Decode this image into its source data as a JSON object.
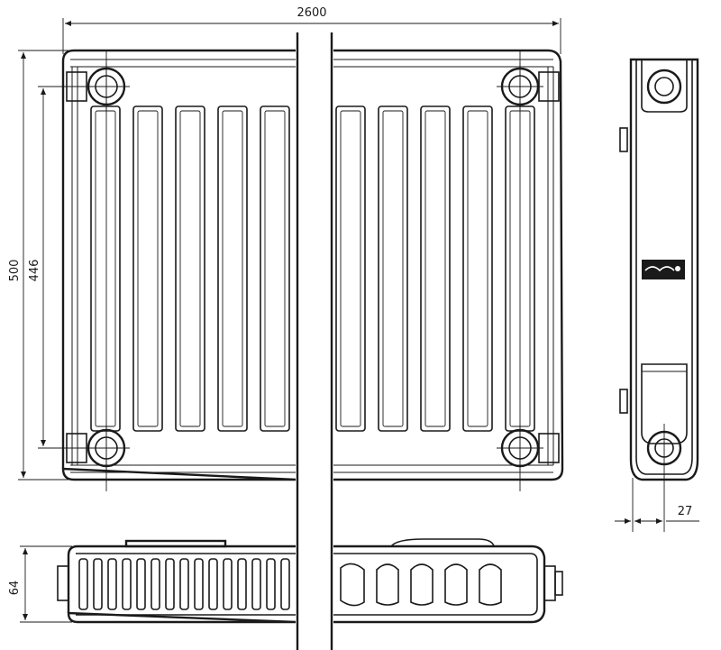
{
  "dimensions": {
    "width": "2600",
    "height_total": "500",
    "height_axis": "446",
    "depth": "64",
    "connection_offset": "27"
  },
  "colors": {
    "line": "#1a1a1a",
    "background": "#ffffff"
  },
  "icons": {
    "logo_badge": "brand-logo-icon",
    "pipe_connector": "pipe-connector-icon"
  }
}
